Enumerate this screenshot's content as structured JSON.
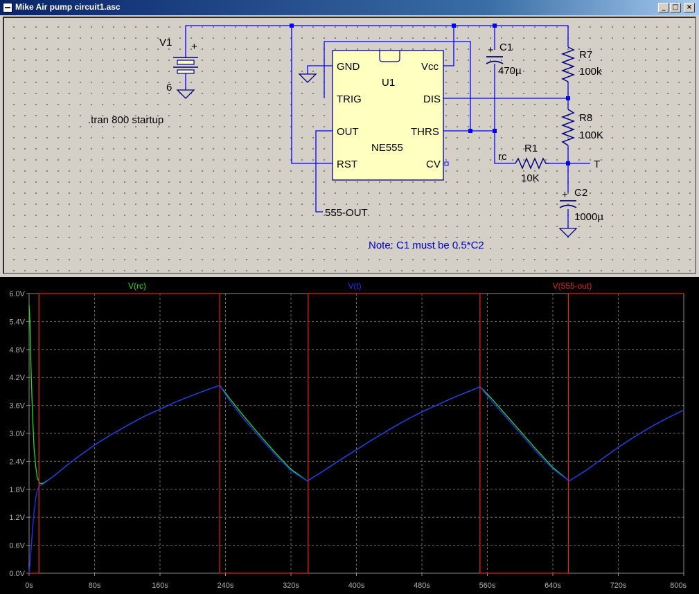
{
  "window": {
    "title": "Mike Air pump circuit1.asc",
    "controls": {
      "minimize": "_",
      "restore": "□",
      "close": "×"
    }
  },
  "schematic": {
    "v1": {
      "name": "V1",
      "value": "6",
      "plus": "+"
    },
    "directive": ".tran 800 startup",
    "u1": {
      "name": "U1",
      "part": "NE555",
      "pins": {
        "gnd": "GND",
        "vcc": "Vcc",
        "trig": "TRIG",
        "dis": "DIS",
        "out": "OUT",
        "thrs": "THRS",
        "rst": "RST",
        "cv": "CV"
      }
    },
    "c1": {
      "name": "C1",
      "value": "470µ",
      "plus": "+"
    },
    "c2": {
      "name": "C2",
      "value": "1000µ",
      "plus": "+"
    },
    "r7": {
      "name": "R7",
      "value": "100k"
    },
    "r8": {
      "name": "R8",
      "value": "100K"
    },
    "r1": {
      "name": "R1",
      "value": "10K"
    },
    "labels": {
      "rc": "rc",
      "t": "T",
      "out_net": "555-OUT"
    },
    "note": "Note:  C1 must be 0.5*C2"
  },
  "chart_data": {
    "type": "line",
    "xlabel": "",
    "ylabel": "",
    "x_ticks": [
      "0s",
      "80s",
      "160s",
      "240s",
      "320s",
      "400s",
      "480s",
      "560s",
      "640s",
      "720s",
      "800s"
    ],
    "y_ticks": [
      "0.0V",
      "0.6V",
      "1.2V",
      "1.8V",
      "2.4V",
      "3.0V",
      "3.6V",
      "4.2V",
      "4.8V",
      "5.4V",
      "6.0V"
    ],
    "xlim": [
      0,
      800
    ],
    "ylim": [
      0,
      6
    ],
    "grid": true,
    "colors": {
      "background": "#000000",
      "grid": "#6e6e6e",
      "axis_text": "#b0b0b0"
    },
    "series": [
      {
        "name": "V(rc)",
        "color": "#22dd22",
        "x": [
          0,
          1,
          2,
          4,
          6,
          8,
          10,
          13,
          16,
          20,
          30,
          45,
          60,
          80,
          100,
          120,
          140,
          160,
          180,
          200,
          220,
          233,
          245,
          260,
          280,
          300,
          320,
          340,
          360,
          380,
          400,
          420,
          440,
          460,
          480,
          500,
          520,
          540,
          551,
          565,
          580,
          600,
          620,
          640,
          660,
          680,
          700,
          720,
          740,
          760,
          780,
          800
        ],
        "y": [
          5.75,
          5.4,
          4.6,
          3.5,
          2.7,
          2.3,
          2.05,
          1.93,
          1.92,
          1.96,
          2.08,
          2.3,
          2.5,
          2.75,
          2.97,
          3.17,
          3.36,
          3.52,
          3.68,
          3.82,
          3.95,
          4.03,
          3.75,
          3.42,
          3.0,
          2.6,
          2.23,
          1.98,
          2.2,
          2.43,
          2.65,
          2.87,
          3.08,
          3.28,
          3.46,
          3.62,
          3.78,
          3.92,
          4.0,
          3.75,
          3.45,
          3.05,
          2.65,
          2.27,
          1.98,
          2.2,
          2.45,
          2.7,
          2.93,
          3.14,
          3.33,
          3.5
        ]
      },
      {
        "name": "V(t)",
        "color": "#2233ff",
        "x": [
          0,
          2,
          4,
          6,
          8,
          10,
          13,
          16,
          20,
          30,
          45,
          60,
          80,
          100,
          120,
          140,
          160,
          180,
          200,
          220,
          233,
          245,
          260,
          280,
          300,
          320,
          340,
          360,
          380,
          400,
          420,
          440,
          460,
          480,
          500,
          520,
          540,
          551,
          565,
          580,
          600,
          620,
          640,
          660,
          680,
          700,
          720,
          740,
          760,
          780,
          800
        ],
        "y": [
          0.0,
          0.4,
          0.9,
          1.3,
          1.6,
          1.78,
          1.88,
          1.9,
          1.95,
          2.08,
          2.3,
          2.5,
          2.75,
          2.97,
          3.17,
          3.36,
          3.52,
          3.68,
          3.82,
          3.95,
          4.03,
          3.7,
          3.36,
          2.95,
          2.56,
          2.2,
          1.98,
          2.2,
          2.43,
          2.65,
          2.87,
          3.08,
          3.28,
          3.46,
          3.62,
          3.78,
          3.92,
          4.0,
          3.7,
          3.4,
          3.0,
          2.6,
          2.24,
          1.98,
          2.2,
          2.45,
          2.7,
          2.93,
          3.14,
          3.33,
          3.5
        ]
      },
      {
        "name": "V(555-out)",
        "color": "#dd2222",
        "x": [
          0,
          12,
          12,
          233,
          233,
          341,
          341,
          551,
          551,
          659,
          659,
          800
        ],
        "y": [
          0,
          0,
          6,
          6,
          0,
          0,
          6,
          6,
          0,
          0,
          6,
          6
        ]
      }
    ]
  }
}
